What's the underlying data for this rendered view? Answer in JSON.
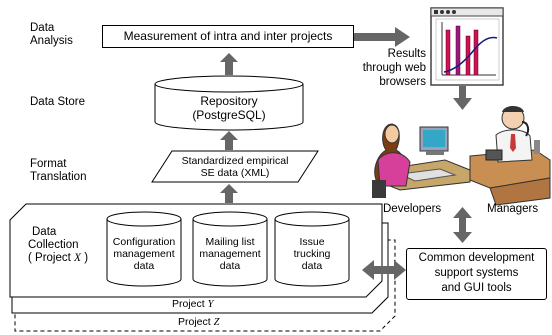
{
  "layers": {
    "analysis": "Data\nAnalysis",
    "store": "Data Store",
    "translation": "Format\nTranslation",
    "collection_line1": "Data",
    "collection_line2": "Collection",
    "collection_line3_prefix": "( Project ",
    "collection_line3_var": "X",
    "collection_line3_suffix": " )"
  },
  "measurement_box": "Measurement of intra and inter projects",
  "repository": {
    "line1": "Repository",
    "line2": "(PostgreSQL)"
  },
  "xml_box": {
    "line1": "Standardized empirical",
    "line2": "SE data (XML)"
  },
  "sources": [
    {
      "line1": "Configuration",
      "line2": "management",
      "line3": "data"
    },
    {
      "line1": "Mailing list",
      "line2": "management",
      "line3": "data"
    },
    {
      "line1": "Issue",
      "line2": "trucking",
      "line3": "data"
    }
  ],
  "projects": [
    {
      "prefix": "Project ",
      "var": "Y"
    },
    {
      "prefix": "Project ",
      "var": "Z"
    }
  ],
  "results_label": {
    "line1": "Results",
    "line2": "through web",
    "line3": "browsers"
  },
  "roles": {
    "developers": "Developers",
    "managers": "Managers"
  },
  "common_box": {
    "line1": "Common development",
    "line2": "support systems",
    "line3": "and GUI tools"
  },
  "colors": {
    "arrow": "#666666",
    "chart_bar_1": "#cc1155",
    "chart_bar_2": "#9a1a7a",
    "chart_bar_3": "#cc1155"
  }
}
